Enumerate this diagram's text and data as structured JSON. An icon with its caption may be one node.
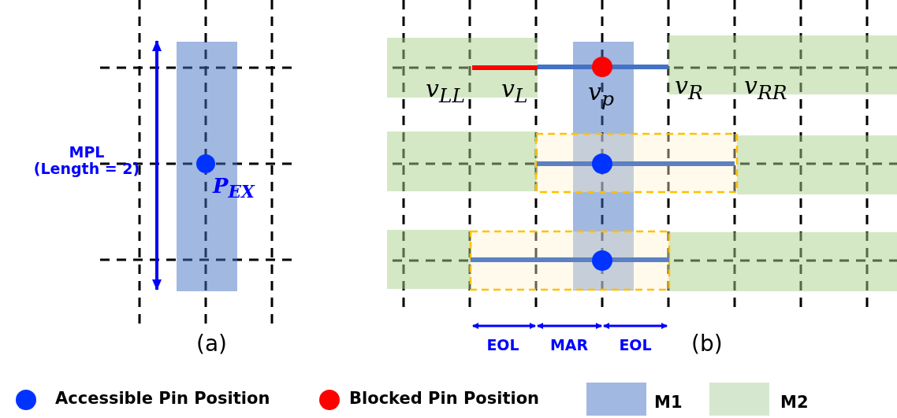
{
  "diagram": {
    "labels": [
      "MPL (Length = 2)",
      "P$_{EX}$",
      "(a)",
      "v$_{LL}$",
      "v$_{L}$",
      "v$_{p}$",
      "v$_{R}$",
      "v$_{RR}$",
      "EOL",
      "MAR",
      "EOL",
      "(b)"
    ],
    "legend": [
      {
        "text": "Accessible Pin Position",
        "color": "#0033ff"
      },
      {
        "text": "Blocked Pin Position",
        "color": "#ff0000"
      },
      {
        "text": "M1",
        "color": "#a1b8e1"
      },
      {
        "text": "M2",
        "color": "#d5e8cf"
      }
    ]
  }
}
